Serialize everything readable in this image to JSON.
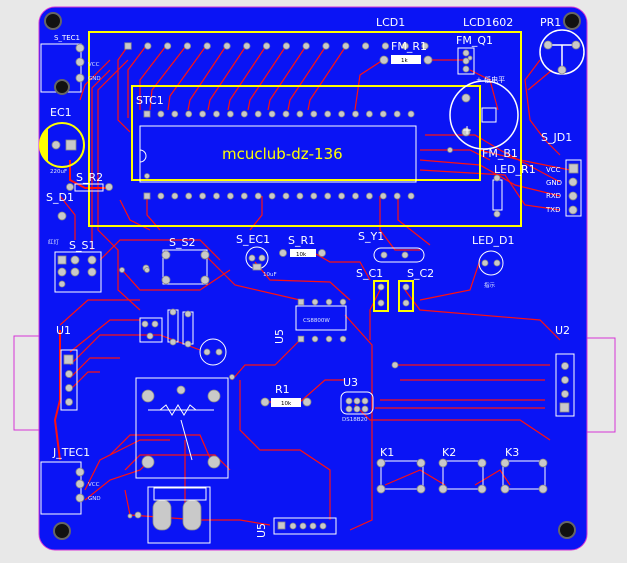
{
  "board": {
    "colors": {
      "board": "#0a14f5",
      "trace": "#ff1010",
      "silk_yellow": "#ffff00",
      "silk_white": "#ffffff",
      "outline": "#d633d6"
    }
  },
  "labels": {
    "lcd1": "LCD1",
    "lcd1602": "LCD1602",
    "pr1": "PR1",
    "fm_r1": "FM_R1",
    "fm_q1": "FM_Q1",
    "s_tec1": "S_TEC1",
    "vcc": "VCC",
    "gnd": "GND",
    "ec1": "EC1",
    "ec1_val": "220uF",
    "stc1": "STC1",
    "title": "mcuclub-dz-136",
    "s_jd1": "S_JD1",
    "fm_b1": "FM_B1",
    "led_r1": "LED_R1",
    "s_r2": "S_R2",
    "s_d1": "S_D1",
    "s_s1": "S_S1",
    "s_s2": "S_S2",
    "s_ec1": "S_EC1",
    "s_r1": "S_R1",
    "s_y1": "S_Y1",
    "led_d1": "LED_D1",
    "s_c1": "S_C1",
    "s_c2": "S_C2",
    "u1": "U1",
    "u2": "U2",
    "u3": "U3",
    "u5": "U5",
    "r1": "R1",
    "r1_val": "10k",
    "s_r1_val": "10k",
    "fm_r1_val": "1k",
    "ic_u5": "CS8800W",
    "ds18b20": "DS18B20",
    "k1": "K1",
    "k2": "K2",
    "k3": "K3",
    "j_tec1": "J_TEC1",
    "jd_rxd": "RXD",
    "jd_txd": "TXD",
    "jd_gnd": "GND",
    "jd_vcc": "VCC",
    "plus": "+",
    "ec_val": "10uF"
  }
}
